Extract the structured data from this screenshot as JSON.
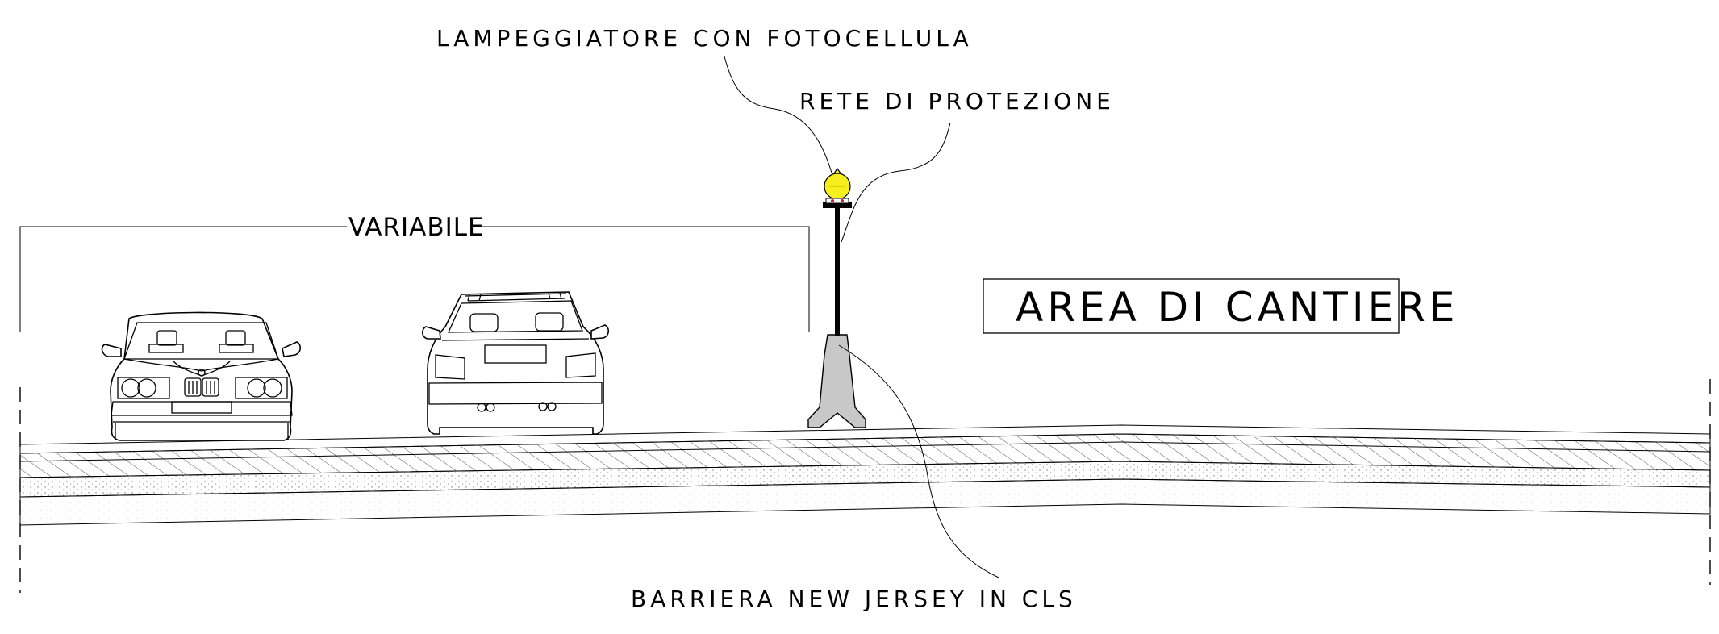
{
  "labels": {
    "flasher": "LAMPEGGIATORE CON FOTOCELLULA",
    "net": "RETE DI PROTEZIONE",
    "variable": "VARIABILE",
    "area": "AREA DI CANTIERE",
    "barrier": "BARRIERA NEW JERSEY IN CLS"
  },
  "colors": {
    "lamp": "#f5ef1e",
    "lamp_dot": "#d22020",
    "barrier_fill": "#c8c8c8",
    "layer_hatch": "#555555",
    "line": "#000000"
  }
}
